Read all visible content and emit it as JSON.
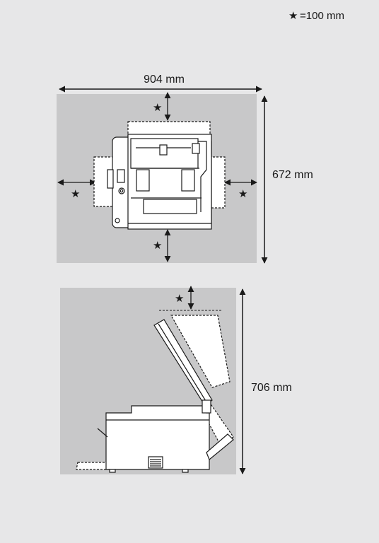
{
  "legend": {
    "star_symbol": "★",
    "text": "=100 mm"
  },
  "top_view": {
    "width_label": "904 mm",
    "depth_label": "672 mm",
    "clearance_symbol": "★"
  },
  "side_view": {
    "height_label": "706 mm",
    "clearance_symbol": "★"
  },
  "colors": {
    "background": "#e7e7e8",
    "floor_area": "#c8c8c9",
    "machine_fill": "#ffffff",
    "outline": "#1a1a1a"
  }
}
